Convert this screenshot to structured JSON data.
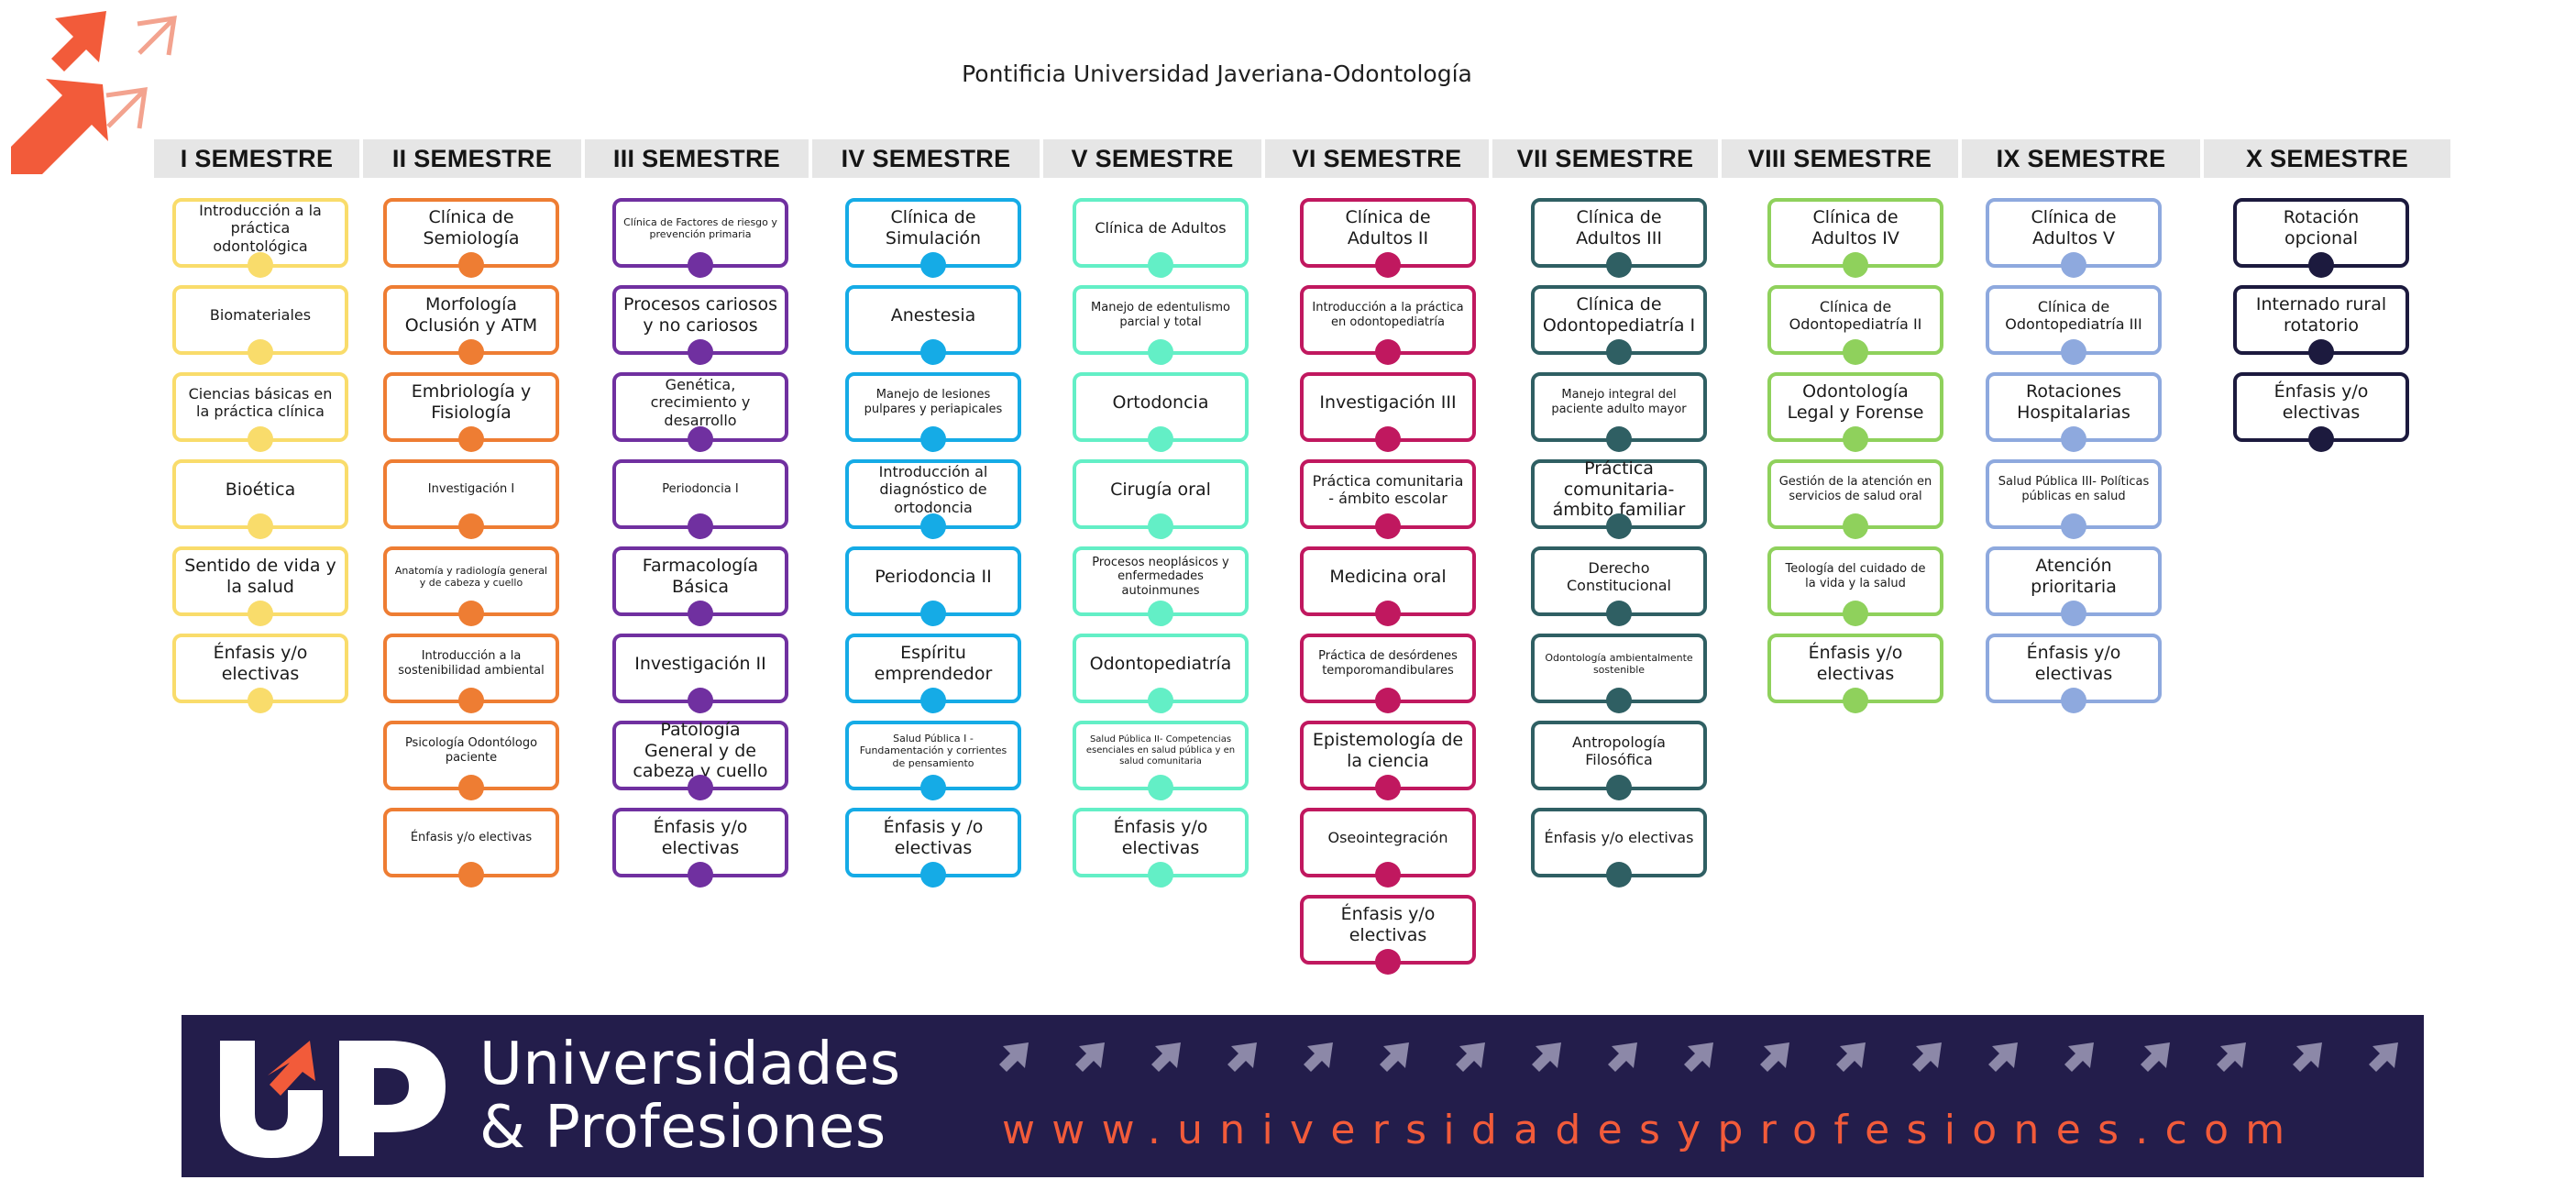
{
  "title": "Pontificia Universidad Javeriana-Odontología",
  "colors": {
    "header_band": "#e6e6e6",
    "banner_bg": "#231d4b",
    "brand_accent": "#f25b3a"
  },
  "semesters": [
    {
      "name": "I SEMESTRE",
      "color": "#f9dc6b",
      "courses": [
        "Introducción a la práctica odontológica",
        "Biomateriales",
        "Ciencias básicas en la práctica clínica",
        "Bioética",
        "Sentido de vida y la salud",
        "Énfasis y/o electivas"
      ]
    },
    {
      "name": "II SEMESTRE",
      "color": "#ee7d33",
      "courses": [
        "Clínica de Semiología",
        "Morfología Oclusión y ATM",
        "Embriología y Fisiología",
        "Investigación I",
        "Anatomía y radiología general y de cabeza y cuello",
        "Introducción a la sostenibilidad ambiental",
        "Psicología Odontólogo paciente",
        "Énfasis y/o electivas"
      ]
    },
    {
      "name": "III SEMESTRE",
      "color": "#7030a0",
      "courses": [
        "Clínica de Factores de riesgo y prevención primaria",
        "Procesos cariosos y no cariosos",
        "Genética, crecimiento y desarrollo",
        "Periodoncia I",
        "Farmacología Básica",
        "Investigación II",
        "Patología General y de cabeza y cuello",
        "Énfasis y/o electivas"
      ]
    },
    {
      "name": "IV SEMESTRE",
      "color": "#15abe6",
      "courses": [
        "Clínica de Simulación",
        "Anestesia",
        "Manejo de lesiones pulpares y periapicales",
        "Introducción al diagnóstico de ortodoncia",
        "Periodoncia II",
        "Espíritu emprendedor",
        "Salud Pública I - Fundamentación y corrientes de pensamiento",
        "Énfasis y /o electivas"
      ]
    },
    {
      "name": "V SEMESTRE",
      "color": "#63efc6",
      "courses": [
        "Clínica de Adultos",
        "Manejo de edentulismo parcial y total",
        "Ortodoncia",
        "Cirugía oral",
        "Procesos neoplásicos y enfermedades autoinmunes",
        "Odontopediatría",
        "Salud Pública II- Competencias esenciales en salud pública y en salud comunitaria",
        "Énfasis y/o electivas"
      ]
    },
    {
      "name": "VI SEMESTRE",
      "color": "#c0185f",
      "courses": [
        "Clínica de Adultos II",
        "Introducción a la práctica en odontopediatría",
        "Investigación III",
        "Práctica comunitaria - ámbito escolar",
        "Medicina oral",
        "Práctica de desórdenes temporomandibulares",
        "Epistemología de la ciencia",
        "Oseointegración",
        "Énfasis y/o electivas"
      ]
    },
    {
      "name": "VII SEMESTRE",
      "color": "#2f5f63",
      "courses": [
        "Clínica de Adultos III",
        "Clínica de Odontopediatría I",
        "Manejo integral del paciente adulto mayor",
        "Práctica comunitaria- ámbito familiar",
        "Derecho Constitucional",
        "Odontología ambientalmente sostenible",
        "Antropología Filosófica",
        "Énfasis y/o electivas"
      ]
    },
    {
      "name": "VIII SEMESTRE",
      "color": "#8fd15c",
      "courses": [
        "Clínica de Adultos IV",
        "Clínica de Odontopediatría II",
        "Odontología Legal y Forense",
        "Gestión de la atención en servicios de salud oral",
        "Teología del cuidado de la vida y la salud",
        "Énfasis y/o electivas"
      ]
    },
    {
      "name": "IX SEMESTRE",
      "color": "#8ea9de",
      "courses": [
        "Clínica de Adultos V",
        "Clínica de Odontopediatría III",
        "Rotaciones Hospitalarias",
        "Salud Pública III- Políticas públicas en salud",
        "Atención prioritaria",
        "Énfasis y/o electivas"
      ]
    },
    {
      "name": "X SEMESTRE",
      "color": "#1c1a3e",
      "courses": [
        "Rotación opcional",
        "Internado rural rotatorio",
        "Énfasis y/o electivas"
      ]
    }
  ],
  "banner": {
    "brand_line1": "Universidades",
    "brand_line2": "& Profesiones",
    "url": "www.universidadesyprofesiones.com",
    "logo_icon": "up-logo-icon",
    "corner_icon": "double-arrow-icon"
  }
}
